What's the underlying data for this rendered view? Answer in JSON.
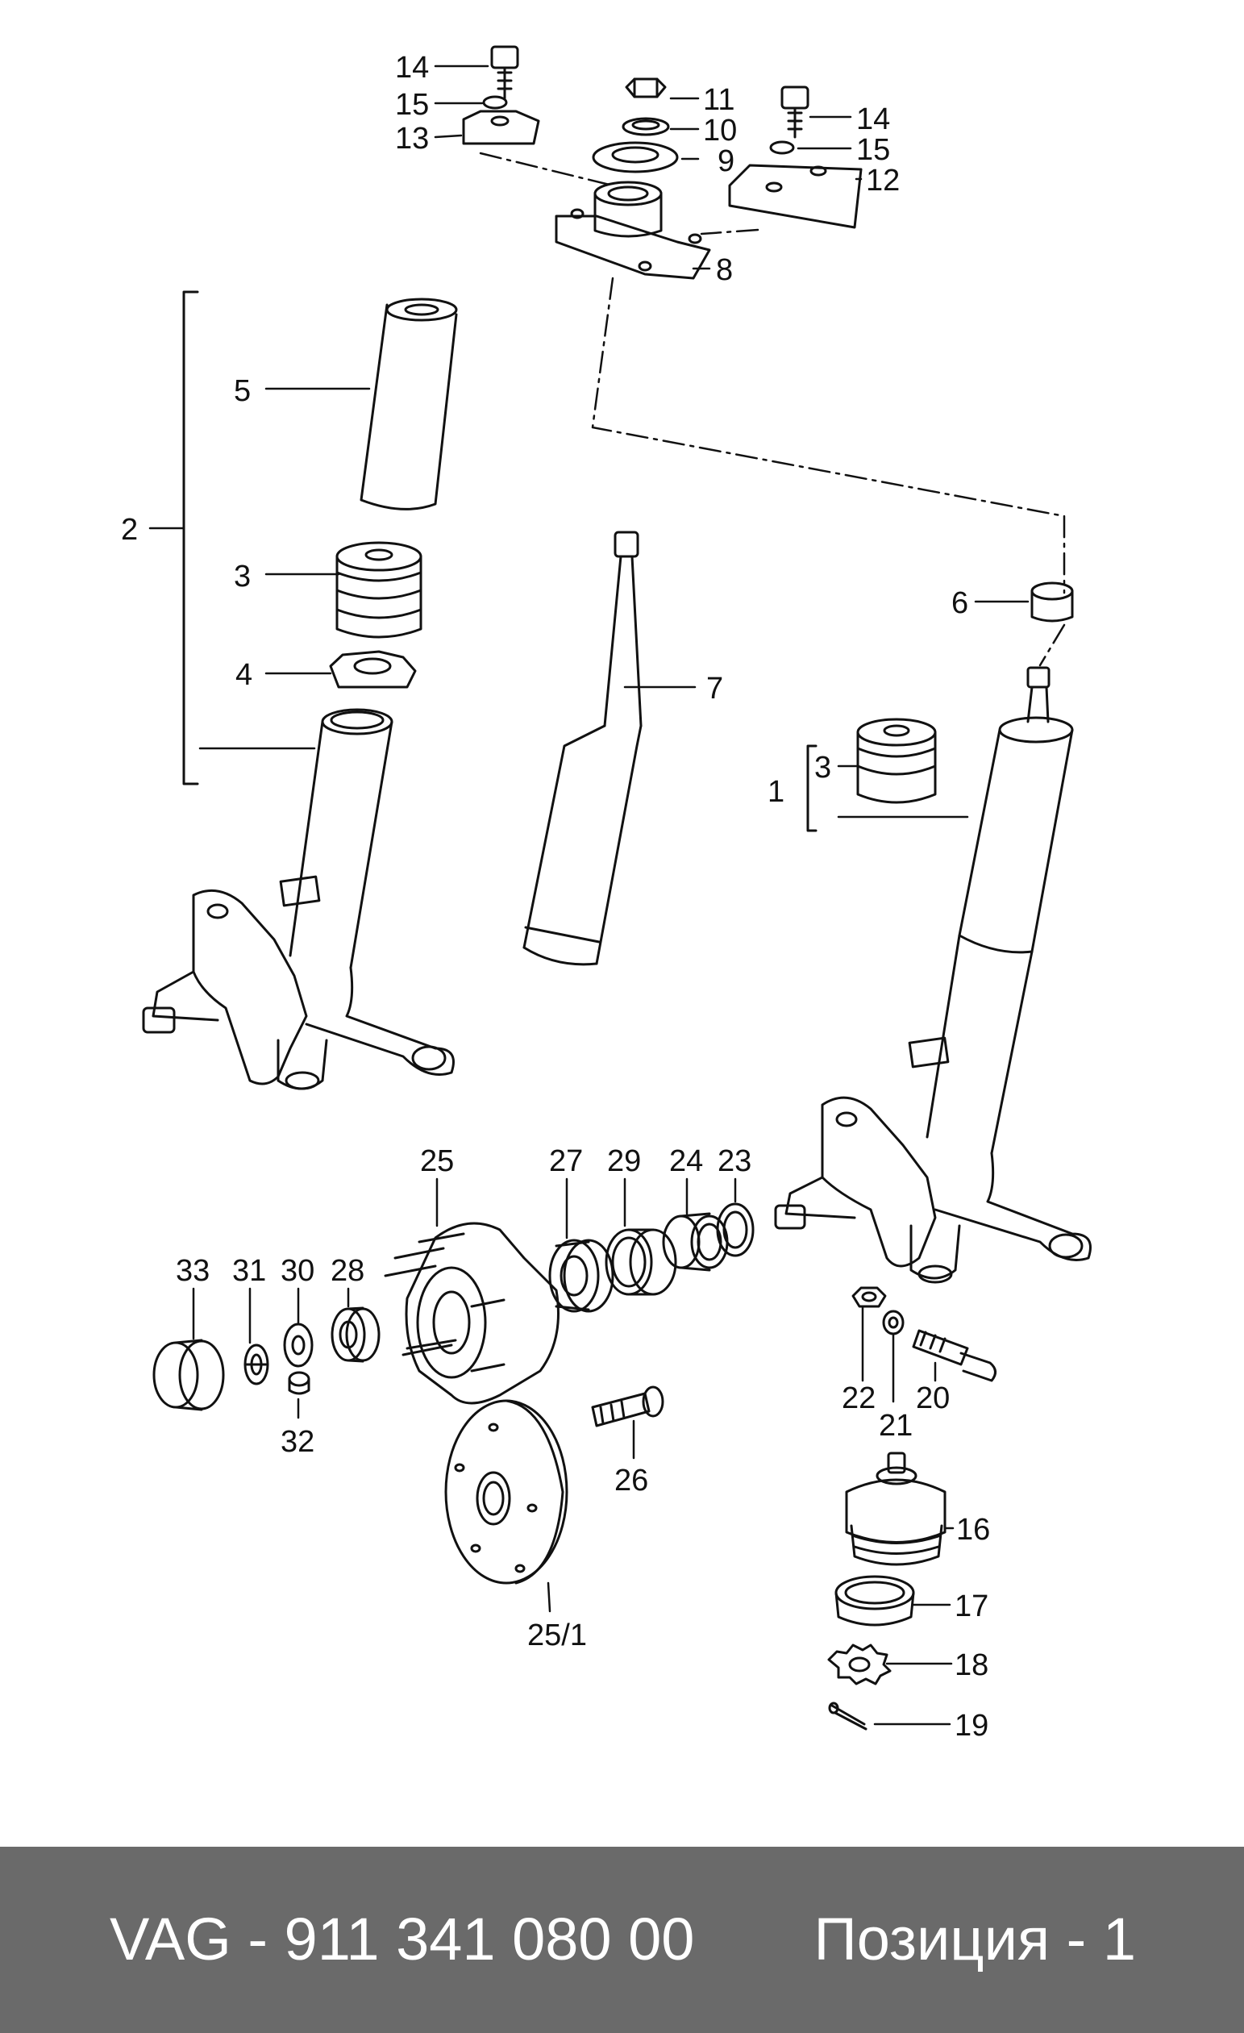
{
  "diagram": {
    "callouts": {
      "c14a": "14",
      "c15a": "15",
      "c13": "13",
      "c11": "11",
      "c10": "10",
      "c9": "9",
      "c14b": "14",
      "c15b": "15",
      "c12": "12",
      "c8": "8",
      "c5": "5",
      "c2": "2",
      "c3a": "3",
      "c4": "4",
      "c7": "7",
      "c6": "6",
      "c1": "1",
      "c3b": "3",
      "c25": "25",
      "c27": "27",
      "c29": "29",
      "c24": "24",
      "c23": "23",
      "c33": "33",
      "c31": "31",
      "c30": "30",
      "c28": "28",
      "c32": "32",
      "c26": "26",
      "c251": "25/1",
      "c22": "22",
      "c21": "21",
      "c20": "20",
      "c16": "16",
      "c17": "17",
      "c18": "18",
      "c19": "19"
    }
  },
  "footer": {
    "part_number": "VAG - 911 341 080 00",
    "position": "Позиция - 1"
  },
  "colors": {
    "footer_bg": "#6a6a6a",
    "footer_text": "#ffffff",
    "line": "#111111"
  }
}
